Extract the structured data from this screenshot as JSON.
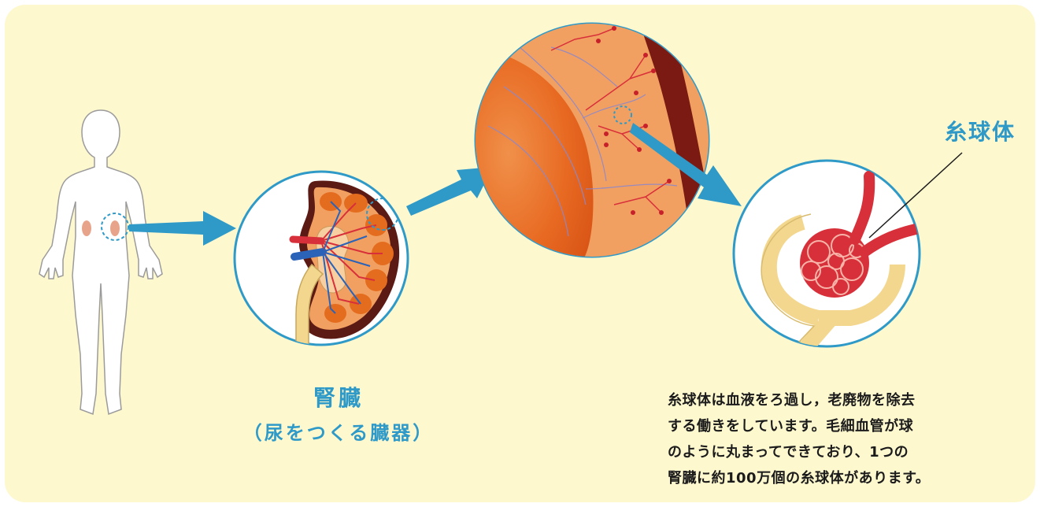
{
  "labels": {
    "kidney": "腎臓",
    "kidney_sub": "（尿をつくる臓器）",
    "glomerulus": "糸球体"
  },
  "description": {
    "lines": [
      "糸球体は血液をろ過し，老廃物を除去",
      "する働きをしています。毛細血管が球",
      "のように丸まってできており、1つの",
      "腎臓に約100万個の糸球体があります。"
    ]
  },
  "colors": {
    "background": "#fef8cf",
    "accent": "#2f9ac8",
    "vessel_red": "#d8303a",
    "vein_blue": "#2a63b8",
    "tissue_orange": "#e8762f",
    "ureter_yellow": "#f3d78e"
  }
}
